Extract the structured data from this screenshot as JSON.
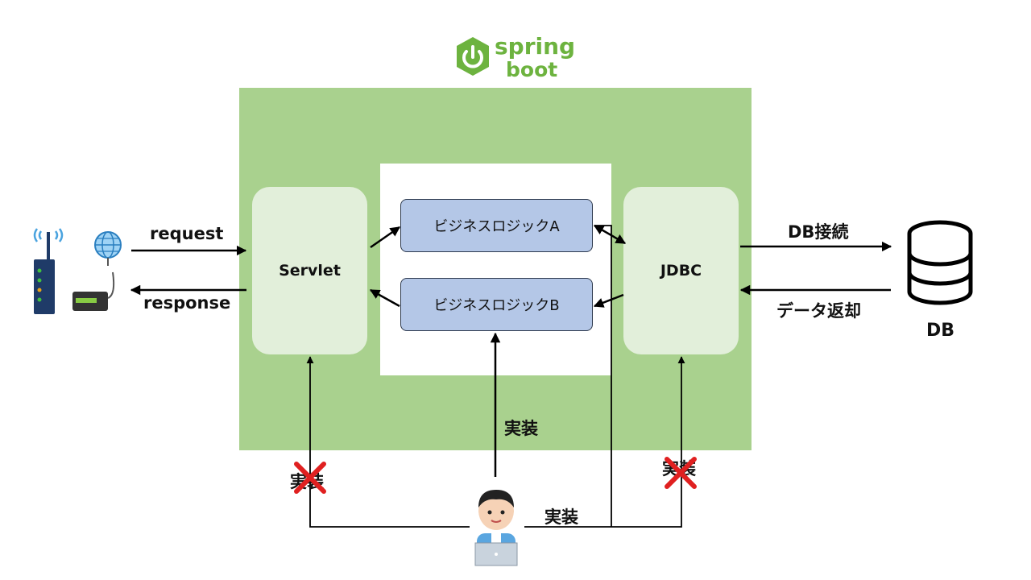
{
  "logo": {
    "word1": "spring",
    "word2": "boot",
    "color": "#6db33f"
  },
  "components": {
    "servlet": "Servlet",
    "jdbc": "JDBC",
    "logic_a": "ビジネスロジックA",
    "logic_b": "ビジネスロジックB"
  },
  "labels": {
    "request": "request",
    "response": "response",
    "db_connect": "DB接続",
    "data_return": "データ返却",
    "db": "DB",
    "impl_center": "実装",
    "impl_right": "実装",
    "impl_servlet_crossed": "実装",
    "impl_jdbc_crossed": "実装"
  },
  "icons": {
    "router": "router-icon",
    "globe": "globe-icon",
    "database": "database-icon",
    "developer": "developer-person-icon",
    "cross": "cross-mark-icon",
    "logo": "spring-power-icon"
  },
  "colors": {
    "spring_area": "#a9d18e",
    "component_fill": "#e2efda",
    "logic_fill": "#b4c7e7",
    "cross": "#e02020"
  }
}
